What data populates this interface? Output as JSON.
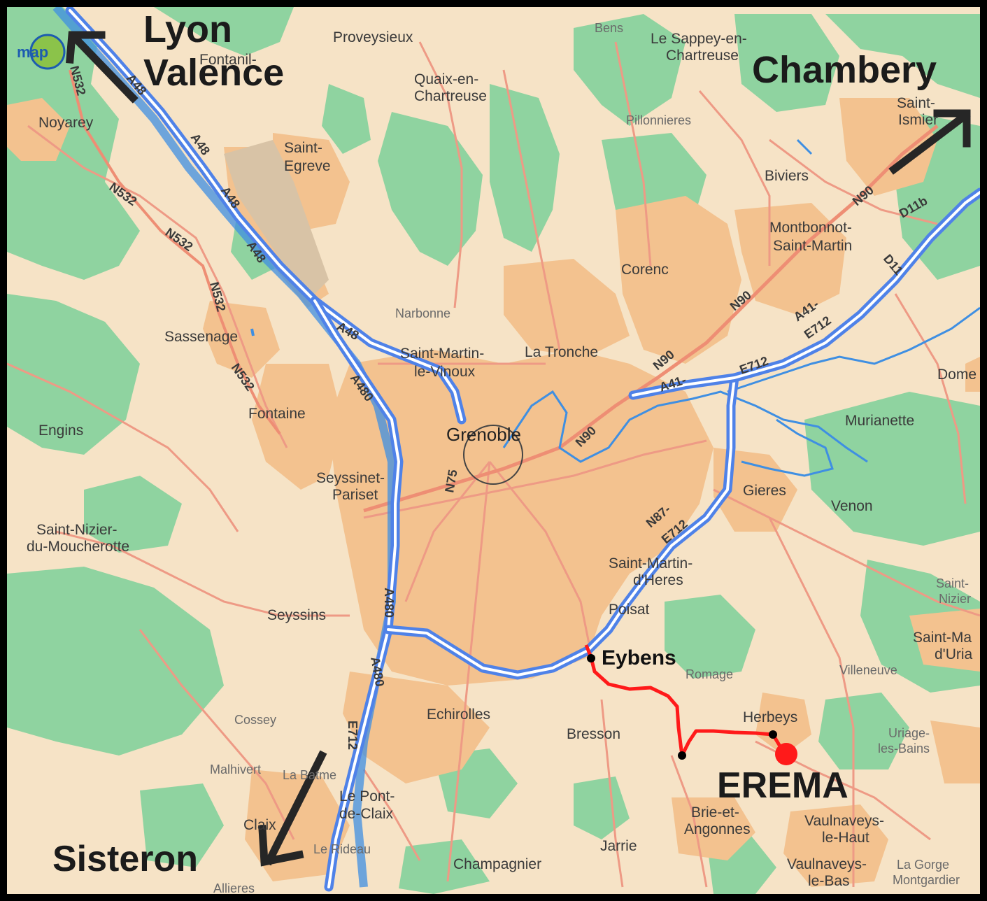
{
  "logo": {
    "text": "map"
  },
  "directions": {
    "lyon": "Lyon",
    "valence": "Valence",
    "chambery": "Chambery",
    "sisteron": "Sisteron"
  },
  "destination": {
    "label": "EREMA",
    "color": "#ff1a1a"
  },
  "start": {
    "label": "Eybens"
  },
  "city": {
    "label": "Grenoble"
  },
  "places": {
    "proveysieux": "Proveysieux",
    "bens": "Bens",
    "sappey_1": "Le Sappey-en-",
    "sappey_2": "Chartreuse",
    "quaix_1": "Quaix-en-",
    "quaix_2": "Chartreuse",
    "fontanil": "Fontanil-",
    "noyarey": "Noyarey",
    "saint_egreve_1": "Saint-",
    "saint_egreve_2": "Egreve",
    "pillonnieres": "Pillonnieres",
    "saint_ismier_1": "Saint-",
    "saint_ismier_2": "Ismier",
    "biviers": "Biviers",
    "montbonnot_1": "Montbonnot-",
    "montbonnot_2": "Saint-Martin",
    "corenc": "Corenc",
    "narbonne": "Narbonne",
    "sassenage": "Sassenage",
    "smv_1": "Saint-Martin-",
    "smv_2": "le-Vinoux",
    "la_tronche": "La Tronche",
    "domene": "Dome",
    "engins": "Engins",
    "fontaine": "Fontaine",
    "murianette": "Murianette",
    "seyssinet_1": "Seyssinet-",
    "seyssinet_2": "Pariset",
    "gieres": "Gieres",
    "venon": "Venon",
    "saint_nizier_1": "Saint-Nizier-",
    "saint_nizier_2": "du-Moucherotte",
    "smh_1": "Saint-Martin-",
    "smh_2": "d'Heres",
    "saint_nizier_r_1": "Saint-",
    "saint_nizier_r_2": "Nizier",
    "seyssins": "Seyssins",
    "poisat": "Poisat",
    "saint_martin_uriage_1": "Saint-Ma",
    "saint_martin_uriage_2": "d'Uria",
    "romage": "Romage",
    "villeneuve": "Villeneuve",
    "cossey": "Cossey",
    "echirolles": "Echirolles",
    "herbeys": "Herbeys",
    "bresson": "Bresson",
    "uriage_1": "Uriage-",
    "uriage_2": "les-Bains",
    "malhivert": "Malhivert",
    "la_batme": "La Batme",
    "pont_claix_1": "Le Pont-",
    "pont_claix_2": "de-Claix",
    "brie_1": "Brie-et-",
    "brie_2": "Angonnes",
    "vaulnaveys_haut_1": "Vaulnaveys-",
    "vaulnaveys_haut_2": "le-Haut",
    "claix": "Claix",
    "le_rideau": "Le Rideau",
    "jarrie": "Jarrie",
    "champagnier": "Champagnier",
    "vaulnaveys_bas_1": "Vaulnaveys-",
    "vaulnaveys_bas_2": "le-Bas",
    "gorge_1": "La Gorge",
    "gorge_2": "Montgardier",
    "allieres": "Allieres"
  },
  "roads": {
    "a48_1": "A48",
    "a48_2": "A48",
    "a48_3": "A48",
    "a48_4": "A48",
    "a48_5": "A48",
    "n532_1": "N532",
    "n532_2": "N532",
    "n532_3": "N532",
    "n532_4": "N532",
    "n532_5": "N532",
    "a480_1": "A480",
    "a480_2": "A480",
    "a480_3": "A480",
    "e712_1": "E712",
    "e712_2": "E712",
    "n90_1": "N90",
    "n90_2": "N90",
    "n90_3": "N90",
    "n90_4": "N90",
    "d11b": "D11b",
    "d11": "D11",
    "a41_e712_1": "A41-",
    "a41_e712_2": "E712",
    "a41": "A41-",
    "n75": "N75",
    "n87_1": "N87-",
    "n87_2": "E712"
  },
  "colors": {
    "background": "#f6e3c6",
    "urban": "#f3c28f",
    "forest": "#8fd3a0",
    "motorway": "#4f82e8",
    "river": "#3f8fe2",
    "minor_road": "#ee9a85",
    "route": "#ff1a1a"
  }
}
